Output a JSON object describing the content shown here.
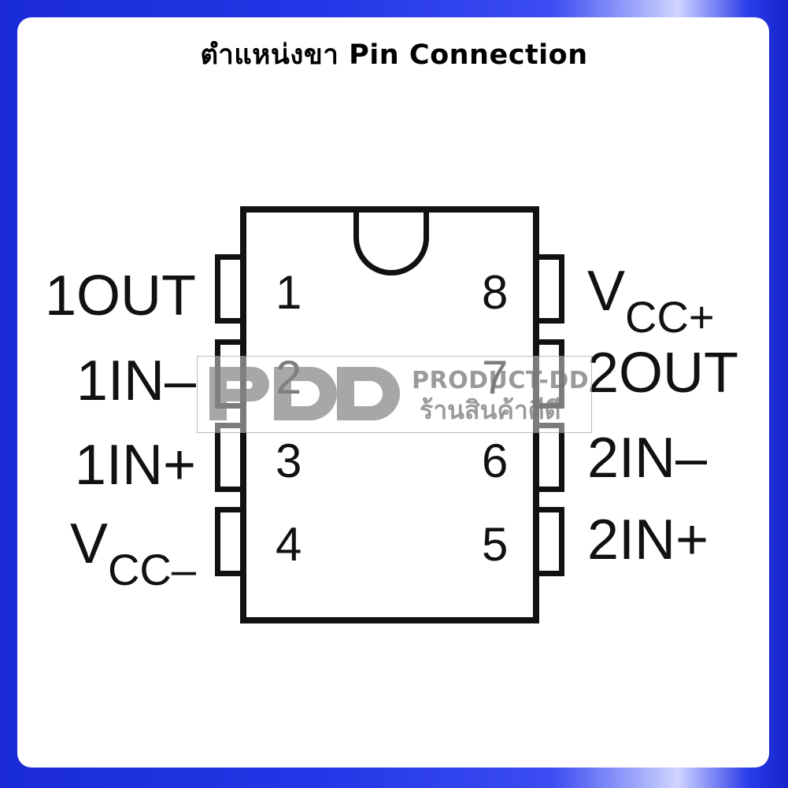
{
  "title": "ตำแหน่งขา Pin Connection",
  "pins_left": [
    {
      "number": "1",
      "label_main": "1OUT",
      "label_sub": ""
    },
    {
      "number": "2",
      "label_main": "1IN–",
      "label_sub": ""
    },
    {
      "number": "3",
      "label_main": "1IN+",
      "label_sub": ""
    },
    {
      "number": "4",
      "label_main": "V",
      "label_sub": "CC–"
    }
  ],
  "pins_right": [
    {
      "number": "8",
      "label_main": "V",
      "label_sub": "CC+"
    },
    {
      "number": "7",
      "label_main": "2OUT",
      "label_sub": ""
    },
    {
      "number": "6",
      "label_main": "2IN–",
      "label_sub": ""
    },
    {
      "number": "5",
      "label_main": "2IN+",
      "label_sub": ""
    }
  ],
  "watermark": {
    "logo_text": "PDD",
    "line1": "PRODUCT-DD",
    "line2": "ร้านสินค้าดีดี"
  },
  "colors": {
    "frame": "#2436e6",
    "ink": "#111111",
    "watermark": "#8a8a8a"
  }
}
